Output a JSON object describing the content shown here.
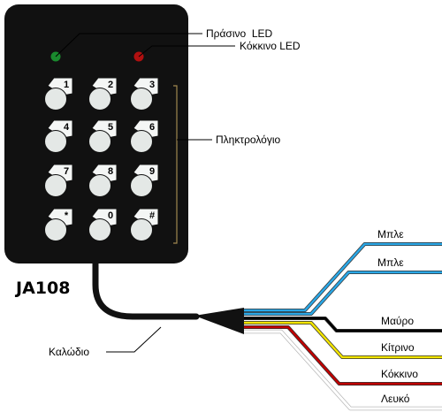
{
  "labels": {
    "green_led": "Πράσινο  LED",
    "red_led": "Κόκκινο LED",
    "keypad": "Πληκτρολόγιο",
    "model": "JA108",
    "cable": "Καλώδιο"
  },
  "keys": [
    "1",
    "2",
    "3",
    "4",
    "5",
    "6",
    "7",
    "8",
    "9",
    "*",
    "0",
    "#"
  ],
  "wires": [
    {
      "label": "Μπλε",
      "color": "#2aa7e6"
    },
    {
      "label": "Μπλε",
      "color": "#2aa7e6"
    },
    {
      "label": "Μαύρο",
      "color": "#000000"
    },
    {
      "label": "Κίτρινο",
      "color": "#f2e400"
    },
    {
      "label": "Κόκκινο",
      "color": "#c00000"
    },
    {
      "label": "Λευκό",
      "color": "#ffffff"
    }
  ],
  "colors": {
    "device_body": "#111111",
    "green_led": "#1a8a2e",
    "red_led": "#b01010",
    "key": "#e4e8e6"
  }
}
